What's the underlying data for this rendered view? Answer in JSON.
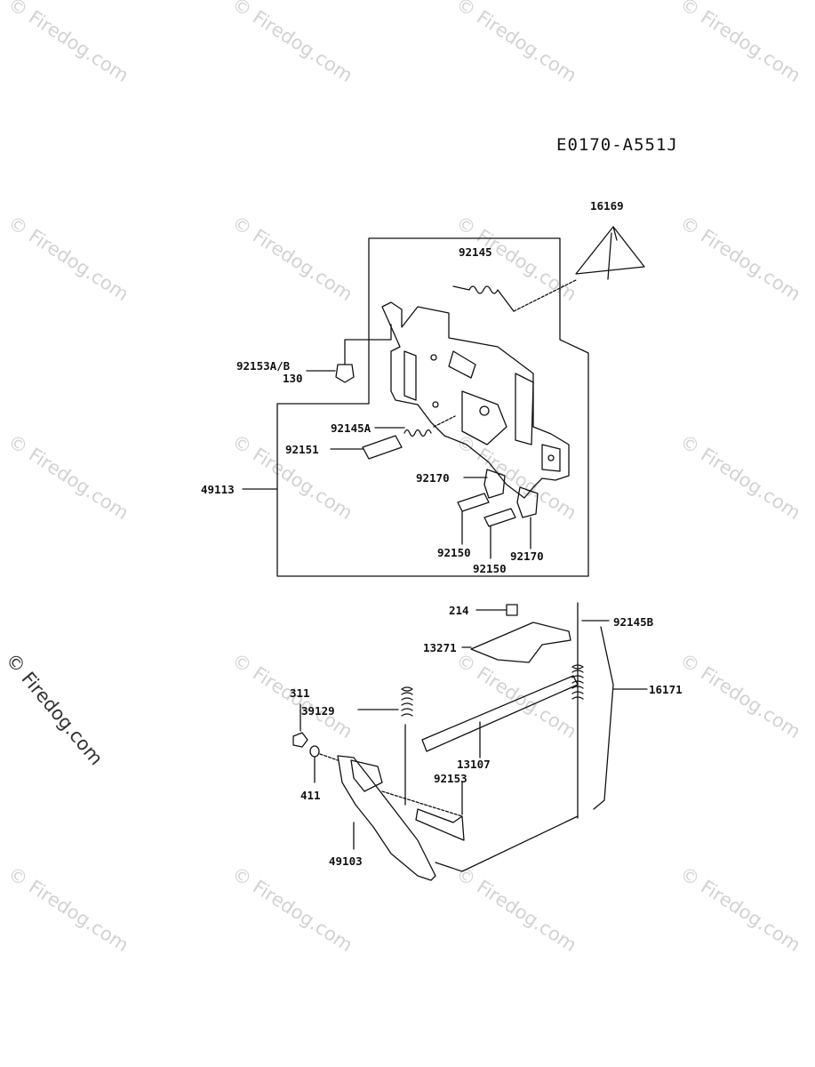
{
  "diagram": {
    "code": "E0170-A551J",
    "watermark_text": "© Firedog.com",
    "parts": [
      {
        "id": "p16169",
        "label": "16169"
      },
      {
        "id": "p92145",
        "label": "92145"
      },
      {
        "id": "p92153ab",
        "label": "92153A/B"
      },
      {
        "id": "p130",
        "label": "130"
      },
      {
        "id": "p92145a",
        "label": "92145A"
      },
      {
        "id": "p92151",
        "label": "92151"
      },
      {
        "id": "p49113",
        "label": "49113"
      },
      {
        "id": "p92170a",
        "label": "92170"
      },
      {
        "id": "p92150a",
        "label": "92150"
      },
      {
        "id": "p92150b",
        "label": "92150"
      },
      {
        "id": "p92170b",
        "label": "92170"
      },
      {
        "id": "p214",
        "label": "214"
      },
      {
        "id": "p92145b",
        "label": "92145B"
      },
      {
        "id": "p13271",
        "label": "13271"
      },
      {
        "id": "p16171",
        "label": "16171"
      },
      {
        "id": "p311",
        "label": "311"
      },
      {
        "id": "p39129",
        "label": "39129"
      },
      {
        "id": "p13107",
        "label": "13107"
      },
      {
        "id": "p92153",
        "label": "92153"
      },
      {
        "id": "p411",
        "label": "411"
      },
      {
        "id": "p49103",
        "label": "49103"
      }
    ]
  }
}
